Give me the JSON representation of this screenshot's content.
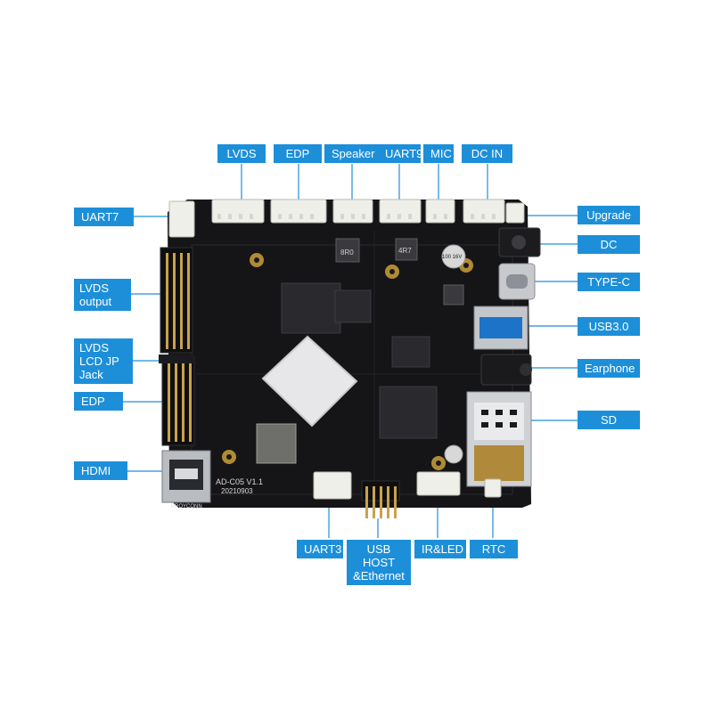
{
  "diagram": {
    "top_labels": [
      {
        "id": "lvds",
        "text": "LVDS"
      },
      {
        "id": "edp-top",
        "text": "EDP"
      },
      {
        "id": "speaker",
        "text": "Speaker"
      },
      {
        "id": "uart9",
        "text": "UART9"
      },
      {
        "id": "mic",
        "text": "MIC"
      },
      {
        "id": "dc-in",
        "text": "DC IN"
      }
    ],
    "left_labels": [
      {
        "id": "uart7",
        "text": "UART7"
      },
      {
        "id": "lvds-output",
        "text": "LVDS output"
      },
      {
        "id": "lvds-lcd-jp-jack",
        "text": "LVDS LCD JP Jack"
      },
      {
        "id": "edp-left",
        "text": "EDP"
      },
      {
        "id": "hdmi",
        "text": "HDMI"
      }
    ],
    "right_labels": [
      {
        "id": "upgrade",
        "text": "Upgrade"
      },
      {
        "id": "dc",
        "text": "DC"
      },
      {
        "id": "type-c",
        "text": "TYPE-C"
      },
      {
        "id": "usb30",
        "text": "USB3.0"
      },
      {
        "id": "earphone",
        "text": "Earphone"
      },
      {
        "id": "sd",
        "text": "SD"
      }
    ],
    "bottom_labels": [
      {
        "id": "uart3",
        "text": "UART3"
      },
      {
        "id": "usb-host-ethernet",
        "text": "USB HOST &Ethernet"
      },
      {
        "id": "ir-led",
        "text": "IR&LED"
      },
      {
        "id": "rtc",
        "text": "RTC"
      }
    ],
    "board_silkscreen": {
      "model": "AD-C05 V1.1",
      "date": "20210903",
      "inductor_1": "8R0",
      "inductor_2": "4R7",
      "capacitor": "100 16V",
      "brand": "PROYCONN"
    },
    "colors": {
      "label_bg": "#1d8fd9",
      "leader": "#1d8fd9",
      "board": "#151517",
      "chip": "#2a2a2e"
    }
  }
}
